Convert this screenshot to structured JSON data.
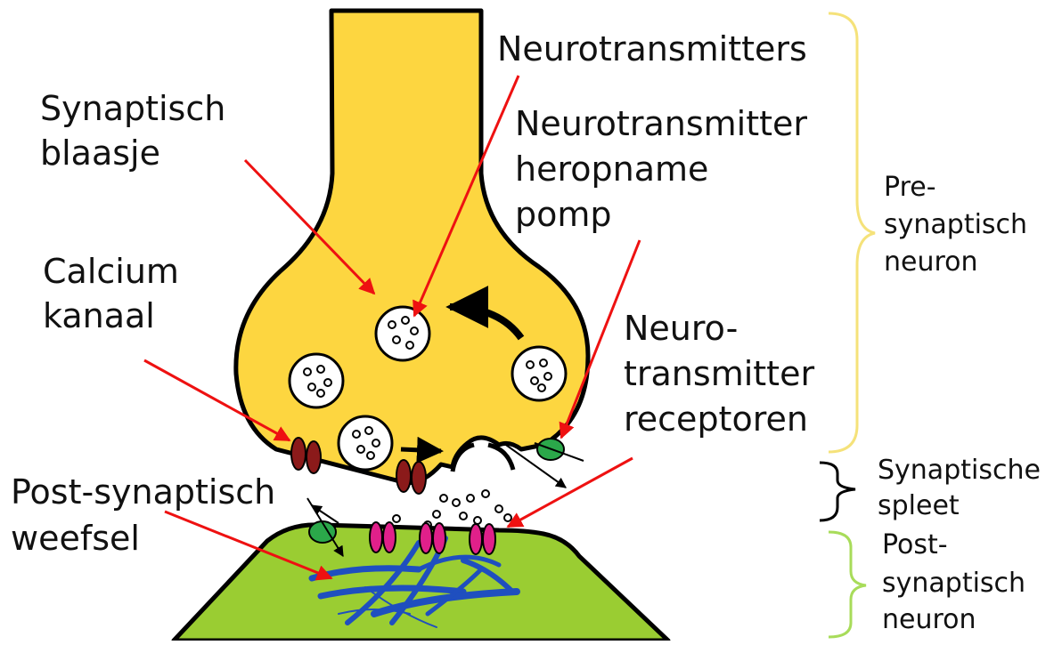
{
  "labels": {
    "neurotransmitters": "Neurotransmitters",
    "synaptic_vesicle": [
      "Synaptisch",
      "blaasje"
    ],
    "reuptake_pump": [
      "Neurotransmitter",
      "heropname",
      "pomp"
    ],
    "calcium_channel": [
      "Calcium",
      "kanaal"
    ],
    "receptors": [
      "Neuro-",
      "transmitter",
      "receptoren"
    ],
    "postsynaptic_tissue": [
      "Post-synaptisch",
      "weefsel"
    ]
  },
  "brackets": {
    "presynaptic": [
      "Pre-",
      "synaptisch",
      "neuron"
    ],
    "cleft": [
      "Synaptische",
      "spleet"
    ],
    "postsynaptic": [
      "Post-",
      "synaptisch",
      "neuron"
    ]
  },
  "colors": {
    "presynaptic_fill": "#FDD640",
    "postsynaptic_fill": "#9ACD32",
    "presynaptic_brace": "#F5E27A",
    "postsynaptic_brace": "#A8DC5A",
    "cleft_brace": "#000000",
    "arrow_red": "#EE1111",
    "calcium_channel": "#8B1A1A",
    "receptor": "#E0208A",
    "pump": "#2BA84A",
    "fibers": "#1F4FBF"
  }
}
